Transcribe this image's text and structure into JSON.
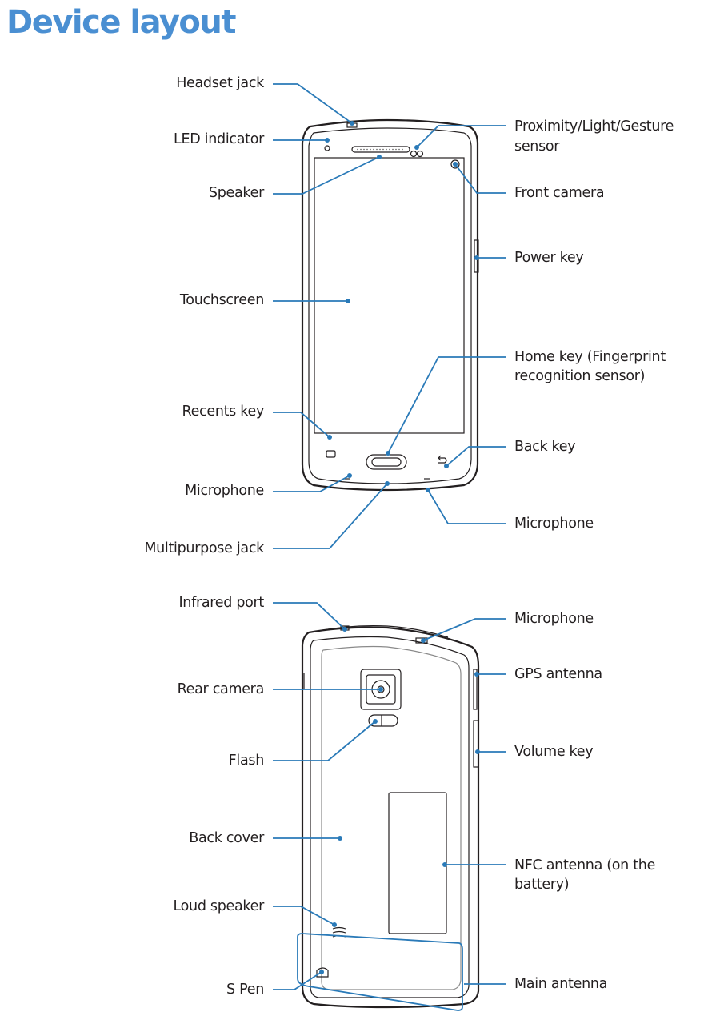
{
  "title": "Device layout",
  "front_labels": {
    "headset_jack": "Headset jack",
    "led_indicator": "LED indicator",
    "speaker": "Speaker",
    "touchscreen": "Touchscreen",
    "recents_key": "Recents key",
    "microphone_left": "Microphone",
    "multipurpose_jack": "Multipurpose jack",
    "proximity_line1": "Proximity/Light/Gesture",
    "proximity_line2": "sensor",
    "front_camera": "Front camera",
    "power_key": "Power key",
    "home_key_line1": "Home key (Fingerprint",
    "home_key_line2": "recognition sensor)",
    "back_key": "Back key",
    "microphone_right": "Microphone"
  },
  "back_labels": {
    "infrared_port": "Infrared port",
    "rear_camera": "Rear camera",
    "flash": "Flash",
    "back_cover": "Back cover",
    "loud_speaker": "Loud speaker",
    "s_pen": "S Pen",
    "microphone_top": "Microphone",
    "gps_antenna": "GPS antenna",
    "volume_key": "Volume key",
    "nfc_line1": "NFC antenna (on the",
    "nfc_line2": "battery)",
    "main_antenna": "Main antenna"
  },
  "colors": {
    "title": "#4a8fd2",
    "leader_line": "#2a7ab8",
    "text": "#231f20"
  }
}
